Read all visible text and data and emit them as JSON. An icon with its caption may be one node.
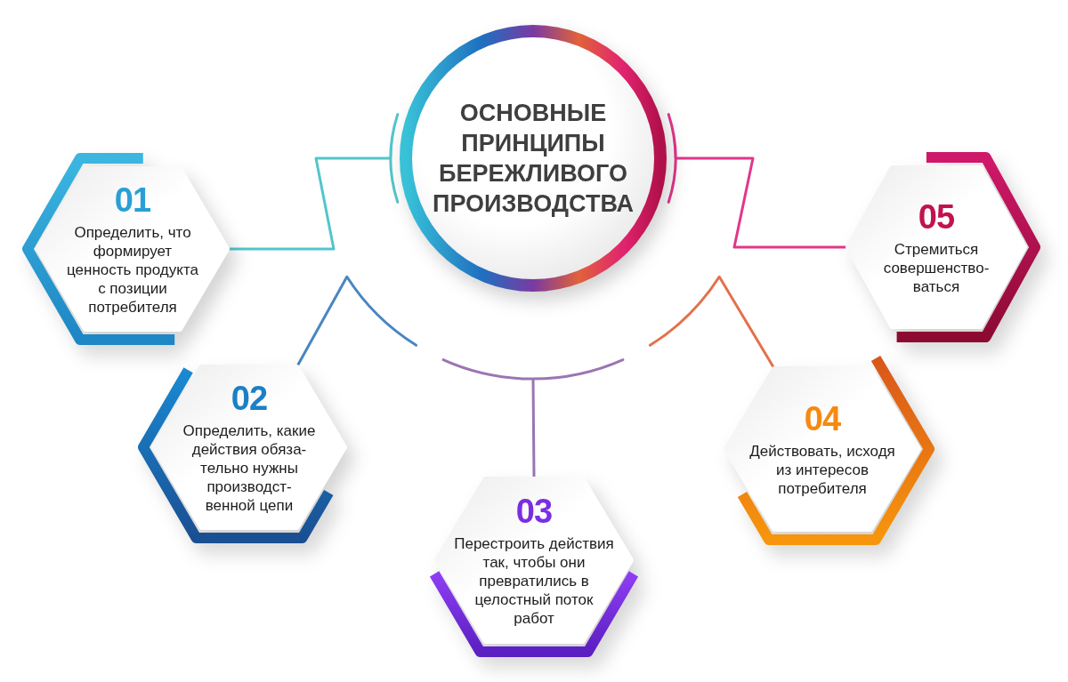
{
  "diagram": {
    "nodes": [
      {
        "text": [
          "ОСНОВНЫЕ ПРИНЦИПЫ БЕРЕЖЛИВОГО ПРОИЗВОДСТВА"
        ]
      },
      {
        "text": [
          "01",
          "Определить, что формирует ценность продукта с позиции потребителя"
        ]
      },
      {
        "text": [
          "02",
          "Определить, какие действия обяза- тельно нужны производст- венной цепи"
        ]
      },
      {
        "text": [
          "03",
          "Перестроить действия так, чтобы они превратились в целостный поток работ"
        ]
      },
      {
        "text": [
          "04",
          "Действовать, исходя из интересов потребителя"
        ]
      },
      {
        "text": [
          "05",
          "Стремиться совершенство- ваться"
        ]
      }
    ],
    "edges": [
      {
        "from": 0,
        "to": 1,
        "arrow": "none",
        "color": "#52c5cc"
      },
      {
        "from": null,
        "to": 2,
        "arrow": "none",
        "color": "#4a85c1"
      },
      {
        "from": null,
        "to": 3,
        "arrow": "none",
        "color": "#9b75b3"
      },
      {
        "from": null,
        "to": 4,
        "arrow": "none",
        "color": "#e4704a"
      },
      {
        "from": 0,
        "to": 5,
        "arrow": "none",
        "color": "#e2368b"
      }
    ]
  }
}
